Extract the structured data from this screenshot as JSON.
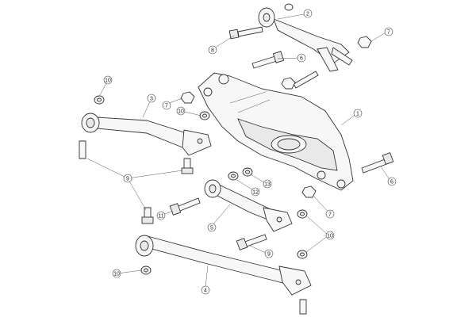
{
  "diagram": {
    "callouts": [
      {
        "id": "c1",
        "label": "1"
      },
      {
        "id": "c2",
        "label": "2"
      },
      {
        "id": "c3",
        "label": "3"
      },
      {
        "id": "c4",
        "label": "4"
      },
      {
        "id": "c5",
        "label": "5"
      },
      {
        "id": "c6a",
        "label": "6"
      },
      {
        "id": "c6b",
        "label": "6"
      },
      {
        "id": "c7a",
        "label": "7"
      },
      {
        "id": "c7b",
        "label": "7"
      },
      {
        "id": "c7c",
        "label": "7"
      },
      {
        "id": "c8",
        "label": "8"
      },
      {
        "id": "c9a",
        "label": "9"
      },
      {
        "id": "c9b",
        "label": "9"
      },
      {
        "id": "c10a",
        "label": "10"
      },
      {
        "id": "c10b",
        "label": "10"
      },
      {
        "id": "c10c",
        "label": "10"
      },
      {
        "id": "c10d",
        "label": "10"
      },
      {
        "id": "c11",
        "label": "11"
      },
      {
        "id": "c12",
        "label": "12"
      },
      {
        "id": "c13",
        "label": "13"
      }
    ]
  }
}
